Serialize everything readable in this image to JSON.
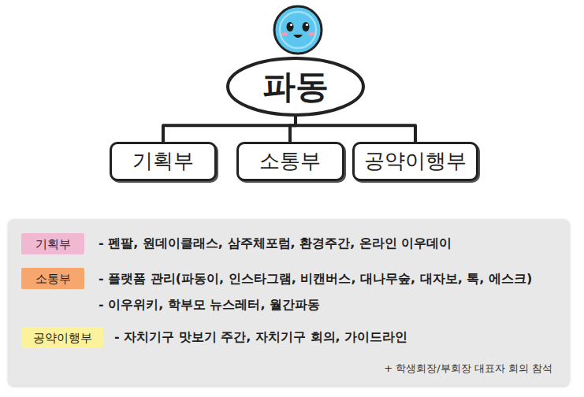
{
  "diagram": {
    "nodes": [
      {
        "text": [
          "파동"
        ]
      },
      {
        "text": [
          "기획부"
        ]
      },
      {
        "text": [
          "소통부"
        ]
      },
      {
        "text": [
          "공약이행부"
        ]
      },
      {
        "text": [
          "- 펜팔, 원데이클래스, 삼주체포럼, 환경주간, 온라인 이우데이",
          "- 플랫폼 관리(파동이, 인스타그램, 비캔버스, 대나무숲, 대자보, 톡, 에스크)",
          "- 이우위키, 학부모 뉴스레터, 월간파동",
          "- 자치기구 맛보기 주간, 자치기구 회의, 가이드라인",
          "+ 학생회장/부회장 대표자 회의 참석"
        ]
      },
      {
        "text": [
          "기획부"
        ],
        "in": 4
      },
      {
        "text": [
          "소통부"
        ],
        "in": 4
      },
      {
        "text": [
          "공약이행부"
        ],
        "in": 4
      }
    ],
    "edges": [
      {
        "from": 0,
        "to": 1,
        "arrow": "none"
      },
      {
        "from": 0,
        "to": 2,
        "arrow": "none"
      },
      {
        "from": 0,
        "to": 3,
        "arrow": "none"
      }
    ]
  }
}
